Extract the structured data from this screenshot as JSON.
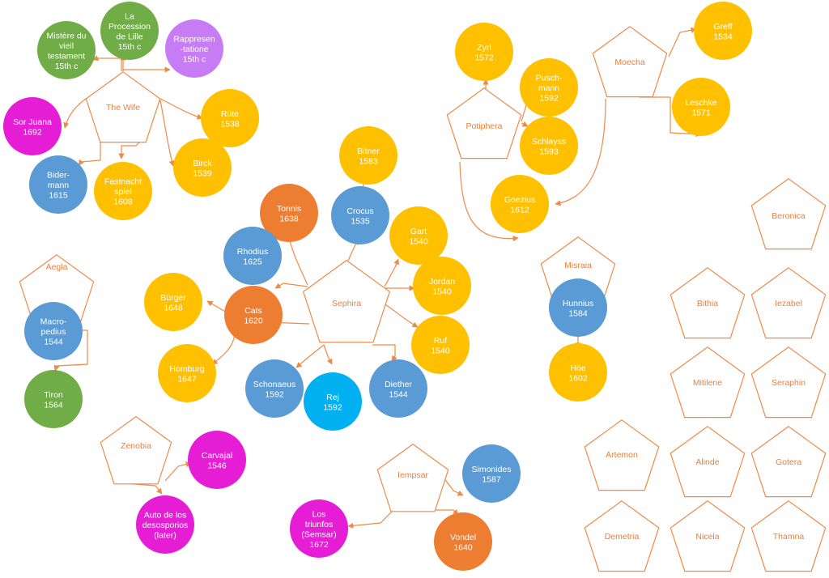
{
  "colors": {
    "green": "#70ad47",
    "gold": "#ffc000",
    "magenta": "#e51ed6",
    "violet": "#c77bf4",
    "blue": "#5b9bd5",
    "orange": "#ed7d31",
    "cyan": "#00b0f0",
    "edge": "#ee8a47",
    "pentagon_text": "#e8803c"
  },
  "pentagons": [
    {
      "id": "wife",
      "label": "The Wife"
    },
    {
      "id": "sephira",
      "label": "Sephira"
    },
    {
      "id": "potiphera",
      "label": "Potiphera"
    },
    {
      "id": "moecha",
      "label": "Moecha"
    },
    {
      "id": "misraia",
      "label": "Misraia"
    },
    {
      "id": "aegla",
      "label": "Aegla"
    },
    {
      "id": "zenobia",
      "label": "Zenobia"
    },
    {
      "id": "iempsar",
      "label": "Iempsar"
    },
    {
      "id": "beronica",
      "label": "Beronica"
    },
    {
      "id": "bithia",
      "label": "Bithia"
    },
    {
      "id": "iezabel",
      "label": "Iezabel"
    },
    {
      "id": "mitilene",
      "label": "Mitilene"
    },
    {
      "id": "seraphin",
      "label": "Seraphin"
    },
    {
      "id": "artemon",
      "label": "Artemon"
    },
    {
      "id": "alinde",
      "label": "Alinde"
    },
    {
      "id": "gotera",
      "label": "Gotera"
    },
    {
      "id": "demetria",
      "label": "Demetria"
    },
    {
      "id": "nicela",
      "label": "Nicela"
    },
    {
      "id": "thamna",
      "label": "Thamna"
    }
  ],
  "circles": [
    {
      "id": "mistere",
      "color": "green",
      "lines": [
        "Mistère du",
        "vieil",
        "testament",
        "15th c"
      ]
    },
    {
      "id": "procession",
      "color": "green",
      "lines": [
        "La",
        "Procession",
        "de Lille",
        "15th c"
      ]
    },
    {
      "id": "rappresentatione",
      "color": "violet",
      "lines": [
        "Rappresen",
        "-tatione",
        "15th c"
      ]
    },
    {
      "id": "sorjuana",
      "color": "magenta",
      "lines": [
        "Sor Juana",
        "1692"
      ]
    },
    {
      "id": "rute",
      "color": "gold",
      "lines": [
        "Rüte",
        "1538"
      ]
    },
    {
      "id": "bidermann",
      "color": "blue",
      "lines": [
        "Bider-",
        "mann",
        "1615"
      ]
    },
    {
      "id": "fastnacht",
      "color": "gold",
      "lines": [
        "Fastnacht",
        "spiel",
        "1608"
      ]
    },
    {
      "id": "birck",
      "color": "gold",
      "lines": [
        "Birck",
        "1539"
      ]
    },
    {
      "id": "bitner",
      "color": "gold",
      "lines": [
        "Bitner",
        "1583"
      ]
    },
    {
      "id": "tonnis",
      "color": "orange",
      "lines": [
        "Tonnis",
        "1638"
      ]
    },
    {
      "id": "crocus",
      "color": "blue",
      "lines": [
        "Crocus",
        "1535"
      ]
    },
    {
      "id": "gart",
      "color": "gold",
      "lines": [
        "Gart",
        "1540"
      ]
    },
    {
      "id": "rhodius",
      "color": "blue",
      "lines": [
        "Rhodius",
        "1625"
      ]
    },
    {
      "id": "jordan",
      "color": "gold",
      "lines": [
        "Jordan",
        "1540"
      ]
    },
    {
      "id": "burger",
      "color": "gold",
      "lines": [
        "Bürger",
        "1648"
      ]
    },
    {
      "id": "cats",
      "color": "orange",
      "lines": [
        "Cats",
        "1620"
      ]
    },
    {
      "id": "ruf",
      "color": "gold",
      "lines": [
        "Ruf",
        "1540"
      ]
    },
    {
      "id": "homburg",
      "color": "gold",
      "lines": [
        "Homburg",
        "1647"
      ]
    },
    {
      "id": "schonaeus",
      "color": "blue",
      "lines": [
        "Schonaeus",
        "1592"
      ]
    },
    {
      "id": "rej",
      "color": "cyan",
      "lines": [
        "Rej",
        "1592"
      ]
    },
    {
      "id": "diether",
      "color": "blue",
      "lines": [
        "Diether",
        "1544"
      ]
    },
    {
      "id": "zyrl",
      "color": "gold",
      "lines": [
        "Zyrl",
        "1572"
      ]
    },
    {
      "id": "puschmann",
      "color": "gold",
      "lines": [
        "Pusch-",
        "mann",
        "1592"
      ]
    },
    {
      "id": "schlayss",
      "color": "gold",
      "lines": [
        "Schlayss",
        "1593"
      ]
    },
    {
      "id": "goezius",
      "color": "gold",
      "lines": [
        "Goezius",
        "1612"
      ]
    },
    {
      "id": "greff",
      "color": "gold",
      "lines": [
        "Greff",
        "1534"
      ]
    },
    {
      "id": "leschke",
      "color": "gold",
      "lines": [
        "Leschke",
        "1571"
      ]
    },
    {
      "id": "hunnius",
      "color": "blue",
      "lines": [
        "Hunnius",
        "1584"
      ]
    },
    {
      "id": "hoe",
      "color": "gold",
      "lines": [
        "Höe",
        "1602"
      ]
    },
    {
      "id": "macropedius",
      "color": "blue",
      "lines": [
        "Macro-",
        "pedius",
        "1544"
      ]
    },
    {
      "id": "tiron",
      "color": "green",
      "lines": [
        "Tiron",
        "1564"
      ]
    },
    {
      "id": "carvajal",
      "color": "magenta",
      "lines": [
        "Carvajal",
        "1546"
      ]
    },
    {
      "id": "auto",
      "color": "magenta",
      "lines": [
        "Auto de los",
        "desosporios",
        "(later)"
      ]
    },
    {
      "id": "simonides",
      "color": "blue",
      "lines": [
        "Simonides",
        "1587"
      ]
    },
    {
      "id": "lostriunfos",
      "color": "magenta",
      "lines": [
        "Los",
        "triunfos",
        "(Semsar)",
        "1672"
      ]
    },
    {
      "id": "vondel",
      "color": "orange",
      "lines": [
        "Vondel",
        "1640"
      ]
    }
  ]
}
